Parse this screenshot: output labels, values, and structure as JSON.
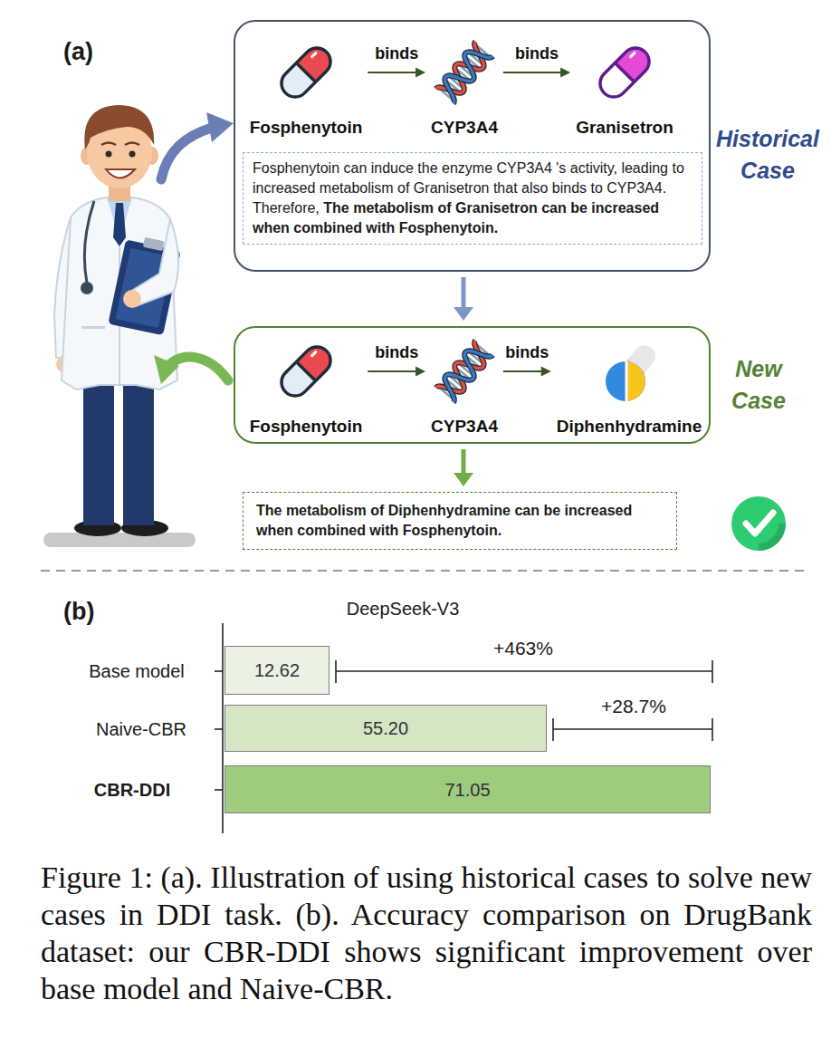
{
  "diagram": {
    "caption": "Figure 1: (a). Illustration of using historical cases to solve new cases in DDI task. (b). Accuracy comparison on DrugBank dataset: our CBR-DDI shows significant improvement over base model and Naive-CBR.",
    "nodes": [
      {
        "text": [
          "Historical Case"
        ]
      },
      {
        "text": [
          "Fosphenytoin"
        ],
        "in": 0
      },
      {
        "text": [
          "CYP3A4"
        ],
        "in": 0
      },
      {
        "text": [
          "Granisetron"
        ],
        "in": 0
      },
      {
        "text": [
          "Fosphenytoin can induce the enzyme CYP3A4 's activity, leading to increased metabolism of Granisetron that also binds to CYP3A4. Therefore,",
          "The metabolism of Granisetron can be increased when combined with Fosphenytoin."
        ],
        "in": 0
      },
      {
        "text": [
          "New Case"
        ]
      },
      {
        "text": [
          "Fosphenytoin"
        ],
        "in": 5
      },
      {
        "text": [
          "CYP3A4"
        ],
        "in": 5
      },
      {
        "text": [
          "Diphenhydramine"
        ],
        "in": 5
      },
      {
        "text": [
          "The metabolism of Diphenhydramine can be increased when combined with Fosphenytoin."
        ]
      },
      {
        "text": [
          "12.62"
        ]
      },
      {
        "text": [
          "55.20"
        ]
      },
      {
        "text": [
          "71.05"
        ]
      }
    ],
    "edges": [
      {
        "from": 1,
        "to": 2,
        "label": "binds",
        "arrow": "to"
      },
      {
        "from": 2,
        "to": 3,
        "label": "binds",
        "arrow": "to"
      },
      {
        "from": 0,
        "to": 5,
        "arrow": "to"
      },
      {
        "from": 6,
        "to": 7,
        "label": "binds",
        "arrow": "to"
      },
      {
        "from": 7,
        "to": 8,
        "label": "binds",
        "arrow": "to"
      },
      {
        "from": 5,
        "to": 9,
        "arrow": "to"
      }
    ],
    "labels": [
      "(a)",
      "(b)",
      "DeepSeek-V3",
      "Base model",
      "Naive-CBR",
      "CBR-DDI",
      "+463%",
      "+28.7%"
    ]
  }
}
